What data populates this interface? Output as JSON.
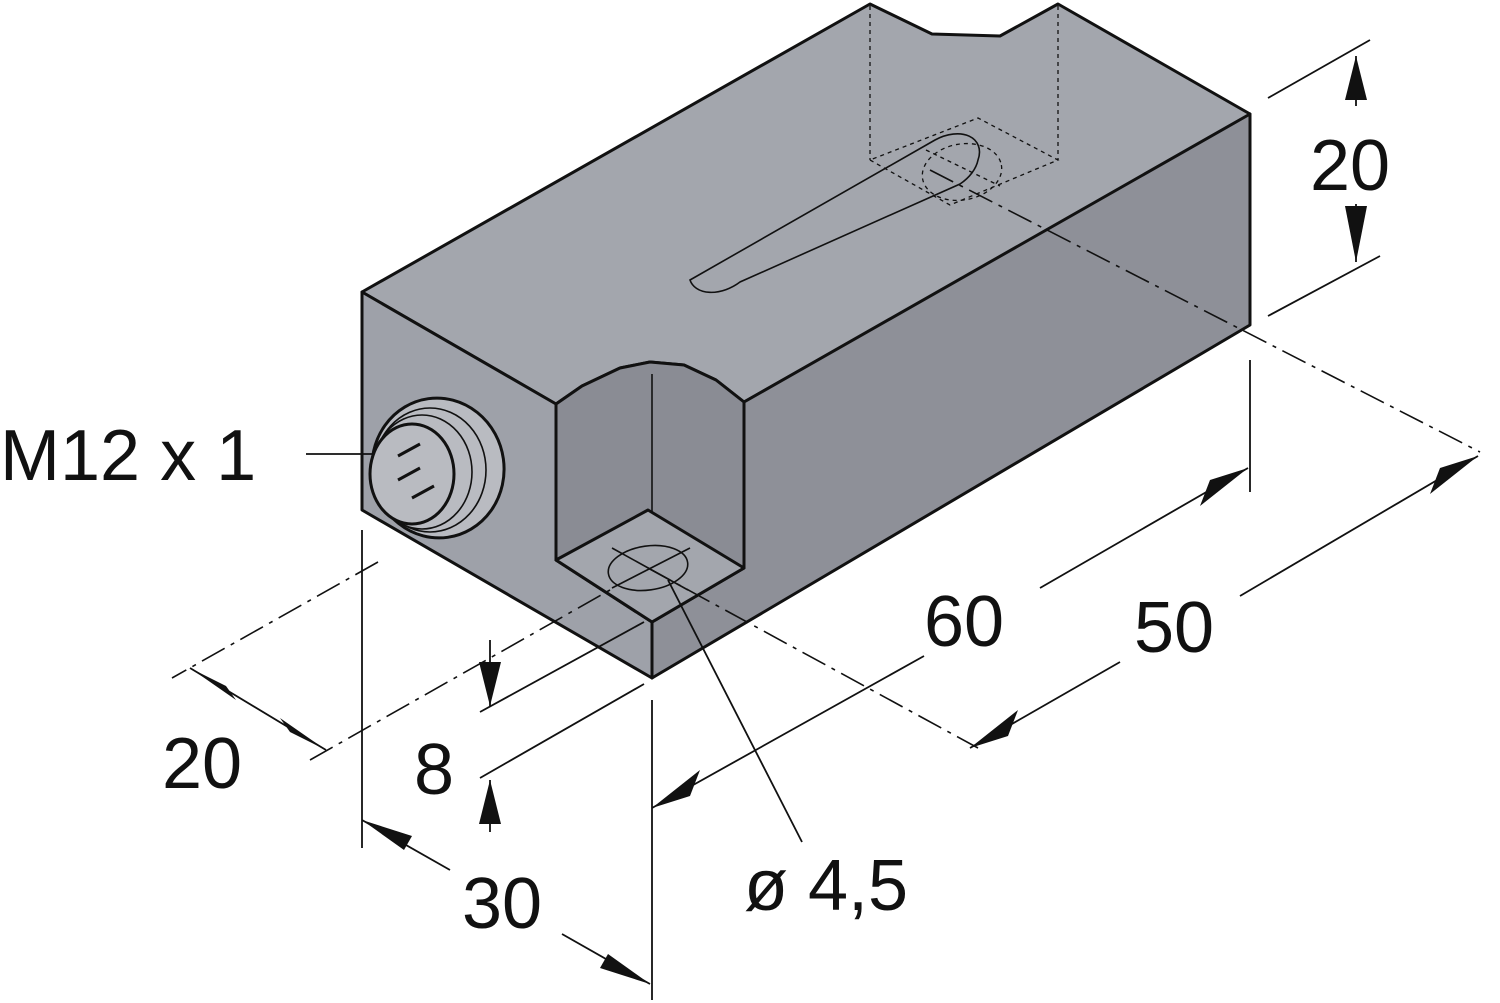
{
  "drawing": {
    "colors": {
      "body_top": "#a3a6ad",
      "body_right": "#8e9098",
      "body_front": "#9ea1a9",
      "notch": "#8a8c94",
      "connector": "#b9bbc1",
      "outline": "#111111"
    },
    "labels": {
      "thread": "M12 x 1",
      "length_60": "60",
      "hole_spacing_50": "50",
      "height_20": "20",
      "width_20": "20",
      "offset_8": "8",
      "depth_30": "30",
      "hole_diameter": "ø 4,5"
    }
  }
}
